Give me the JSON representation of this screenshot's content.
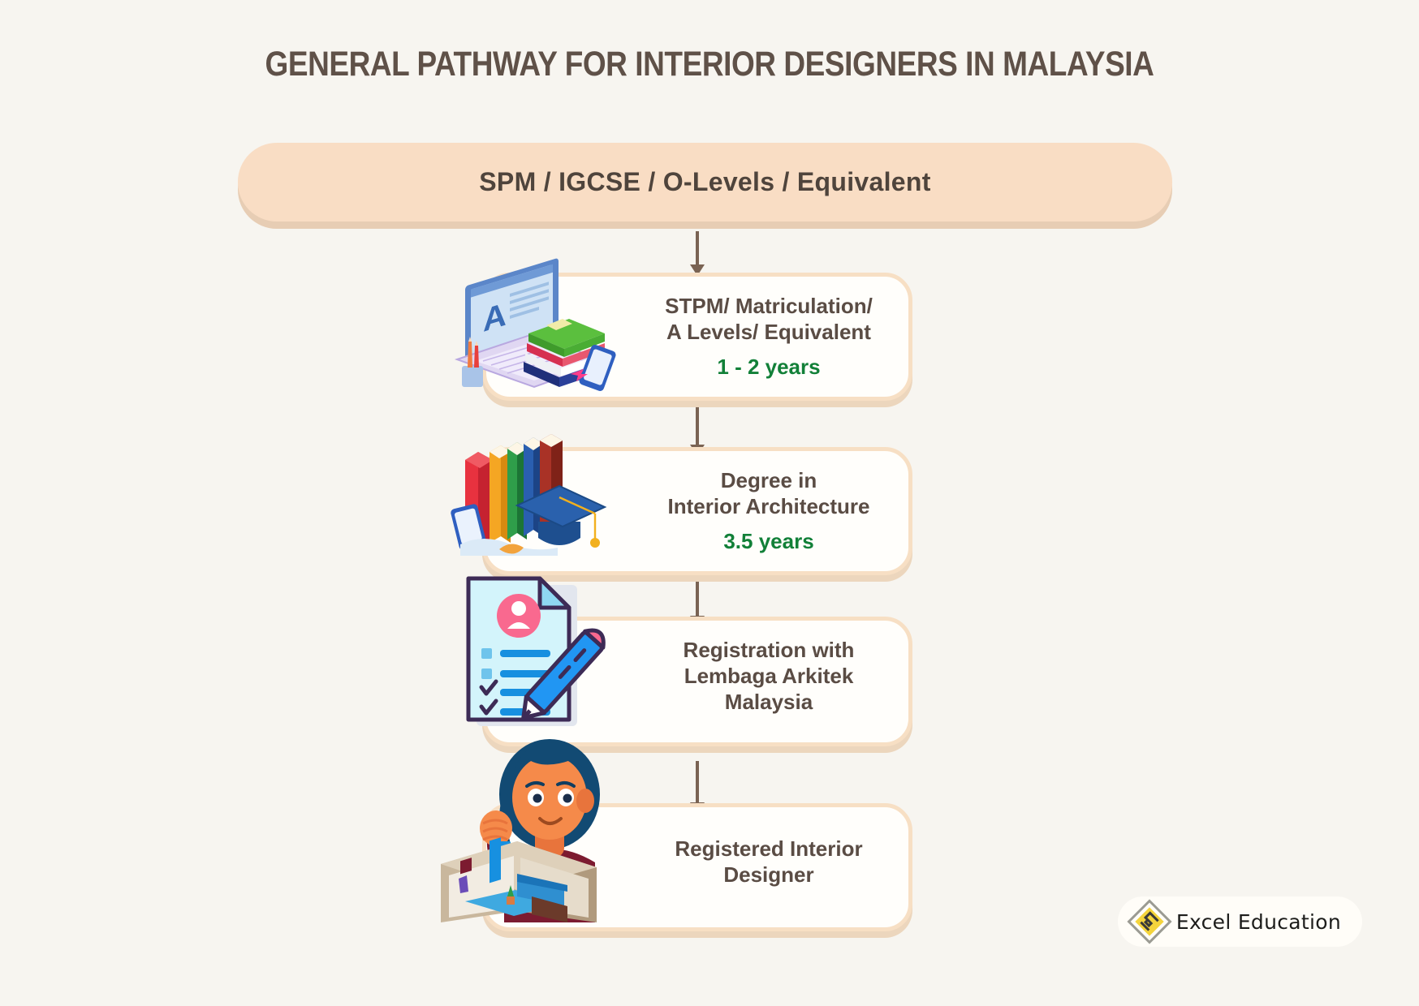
{
  "title": "GENERAL PATHWAY FOR INTERIOR DESIGNERS IN MALAYSIA",
  "banner": {
    "label": "SPM / IGCSE / O-Levels / Equivalent"
  },
  "steps": [
    {
      "title": "STPM/ Matriculation/\nA Levels/ Equivalent",
      "duration": "1 - 2 years",
      "icon": "laptop-books-icon"
    },
    {
      "title": "Degree in\nInterior Architecture",
      "duration": "3.5 years",
      "icon": "books-graduation-cap-icon"
    },
    {
      "title": "Registration with\nLembaga Arkitek\nMalaysia",
      "duration": "",
      "icon": "registration-form-pencil-icon"
    },
    {
      "title": "Registered Interior\nDesigner",
      "duration": "",
      "icon": "interior-designer-room-model-icon"
    }
  ],
  "logo": {
    "text": "Excel Education",
    "mark": "excel-diamond-logo-icon"
  },
  "colors": {
    "background": "#f7f5f0",
    "title_text": "#5f5148",
    "banner_fill": "#f9ddc4",
    "banner_shadow": "#e7cdb4",
    "card_fill": "#fffefb",
    "card_border": "#f7dfc4",
    "card_shadow": "#ecd6bd",
    "body_text": "#5a4c44",
    "duration_green": "#128038",
    "arrow": "#7a6353",
    "logo_gold": "#f4d43c"
  }
}
